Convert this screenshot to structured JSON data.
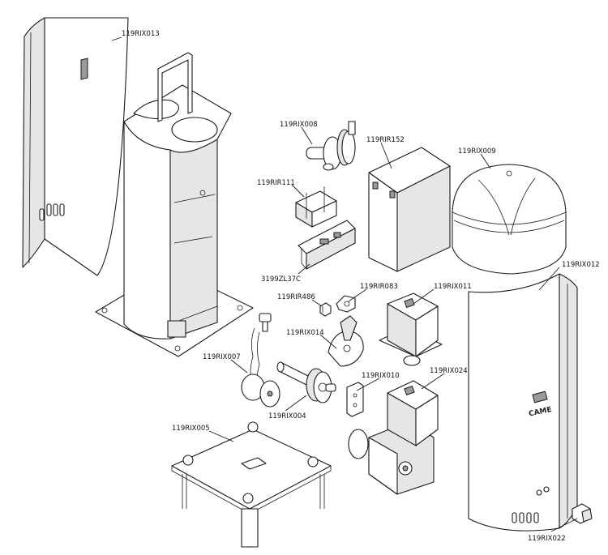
{
  "labels": {
    "housing_shell_rear": "119RIX013",
    "cap_fixing_part": "119RIX008",
    "control_box": "119RIR152",
    "dome_cover": "119RIX009",
    "transformer": "119RIR111",
    "control_board": "3199ZL37C",
    "housing_shell_front": "119RIX012",
    "limit_switch_small": "119RIR486",
    "cam_part": "119RIR083",
    "motor_upper": "119RIX011",
    "sprocket_assembly": "119RIX014",
    "chain_assembly": "119RIX007",
    "bracket": "119RIX010",
    "gearmotor": "119RIX024",
    "shaft_gear": "119RIX004",
    "anchor_plate": "119RIX005",
    "key_lock": "119RIX022"
  },
  "logo_text": "CAME"
}
